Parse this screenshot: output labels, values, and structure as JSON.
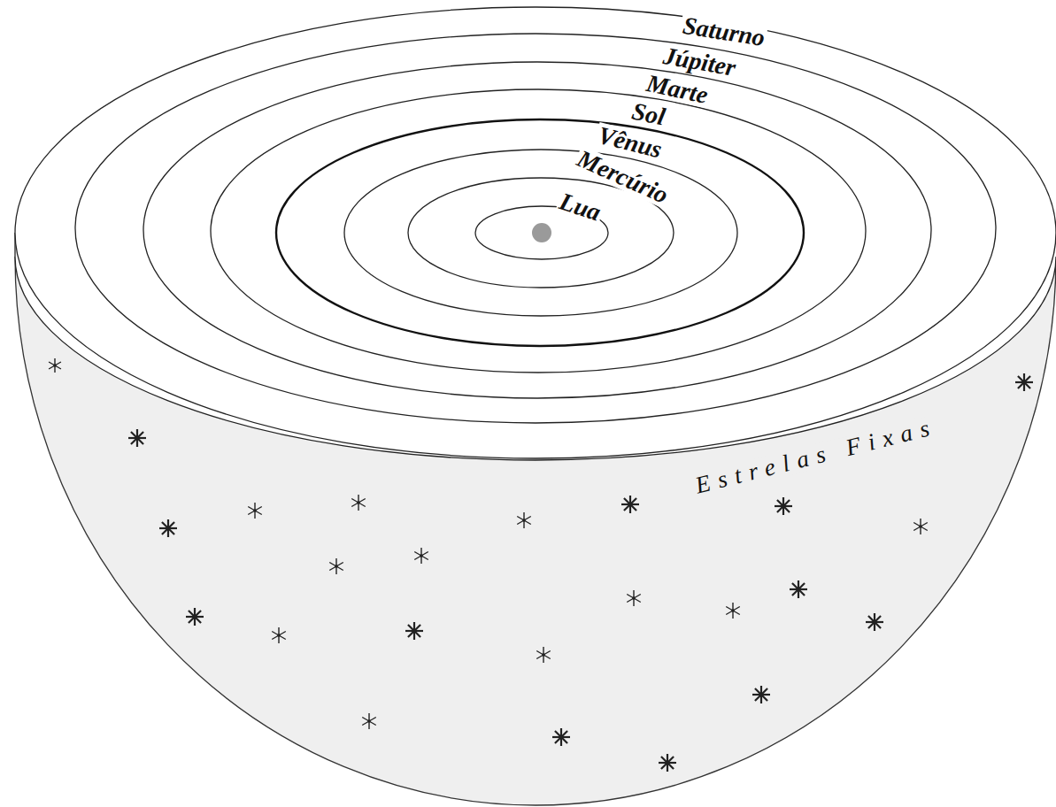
{
  "diagram": {
    "labels": [
      "Saturno",
      "Júpiter",
      "Marte",
      "Sol",
      "Vênus",
      "Mercúrio",
      "Lua",
      "Estrelas Fixas"
    ]
  }
}
